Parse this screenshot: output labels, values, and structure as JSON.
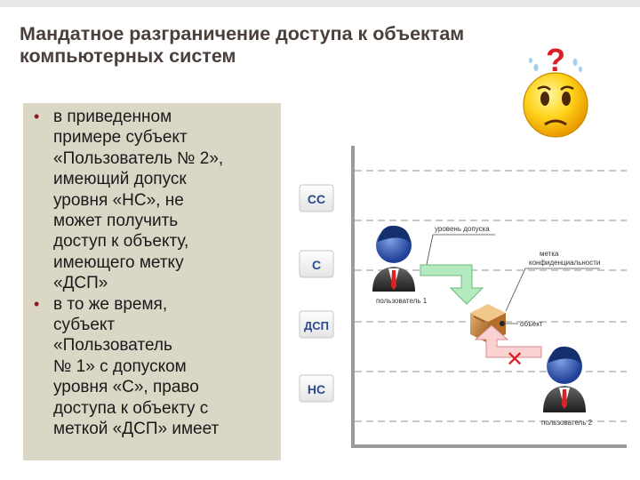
{
  "title": {
    "line1": "Мандатное разграничение доступа к объектам",
    "line2": "компьютерных систем"
  },
  "bullets": [
    {
      "lines": [
        "в приведенном",
        "примере субъект",
        "«Пользователь № 2»,",
        "имеющий допуск",
        "уровня «НС», не",
        "может получить",
        "доступ к объекту,",
        "имеющего метку",
        "«ДСП»"
      ]
    },
    {
      "lines": [
        "в то же время,",
        "субъект",
        "«Пользователь",
        "№ 1» с допуском",
        "уровня «С», право",
        "доступа к объекту с",
        "меткой «ДСП» имеет"
      ]
    }
  ],
  "smiley": {
    "symbol": "?"
  },
  "diagram": {
    "levels": [
      "СС",
      "С",
      "ДСП",
      "НС"
    ],
    "user1_label": "пользователь 1",
    "user2_label": "пользователь 2",
    "clearance_label": "уровень допуска",
    "marking_label_line1": "метка",
    "marking_label_line2": "конфиденциальности",
    "object_label": "объект",
    "deny_symbol": "✕"
  },
  "colors": {
    "title": "#4a3f3a",
    "textbox_bg": "#dad7c7",
    "bullet": "#8b1a1a",
    "level_box_text": "#2a4b8d",
    "allow_arrow": "#7fcf8f",
    "deny_arrow": "#e07070",
    "deny_cross": "#d81f26"
  }
}
